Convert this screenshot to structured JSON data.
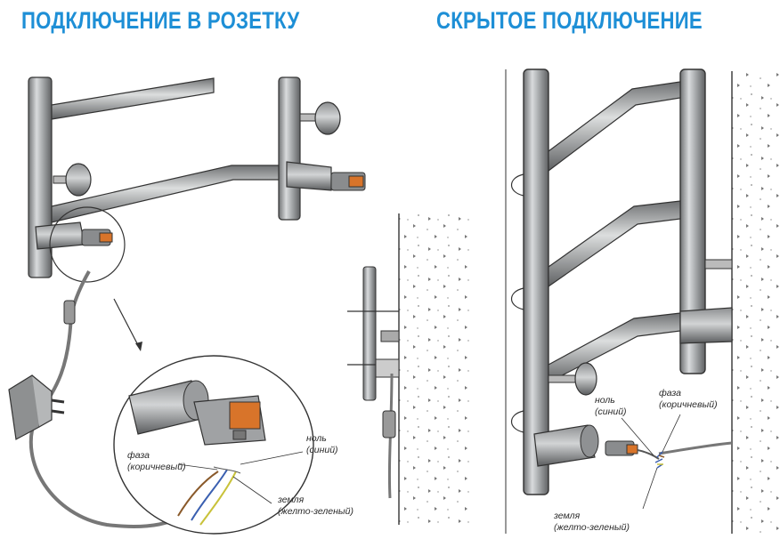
{
  "titles": {
    "socket": "ПОДКЛЮЧЕНИЕ В РОЗЕТКУ",
    "hidden": "СКРЫТОЕ ПОДКЛЮЧЕНИЕ"
  },
  "labels_socket": {
    "phase": "фаза",
    "phase_color": "(коричневый)",
    "neutral": "ноль",
    "neutral_color": "(синий)",
    "ground": "земля",
    "ground_color": "(желто-зеленый)"
  },
  "labels_hidden": {
    "neutral": "ноль",
    "neutral_color": "(синий)",
    "phase": "фаза",
    "phase_color": "(коричневый)",
    "ground": "земля",
    "ground_color": "(желто-зеленый)"
  },
  "colors": {
    "title": "#1e8fd6",
    "wire_brown": "#8a5a2b",
    "wire_blue": "#3a5fb0",
    "wire_ground": "#c9c23a",
    "connector": "#d8742a"
  }
}
